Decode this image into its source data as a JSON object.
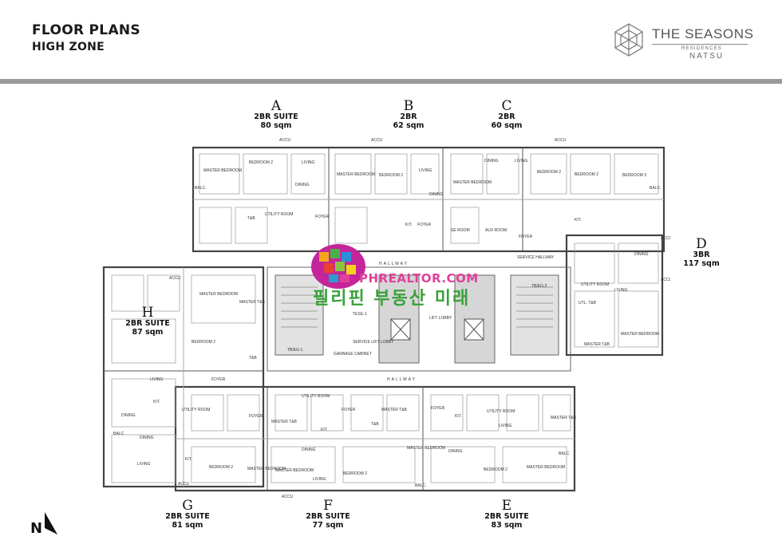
{
  "header": {
    "title": "FLOOR PLANS",
    "subtitle": "HIGH ZONE"
  },
  "brand": {
    "name": "THE SEASONS",
    "sub": "RESIDENCES",
    "sub2": "NATSU"
  },
  "units": [
    {
      "id": "A",
      "type": "2BR SUITE",
      "area": "80 sqm"
    },
    {
      "id": "B",
      "type": "2BR",
      "area": "62 sqm"
    },
    {
      "id": "C",
      "type": "2BR",
      "area": "60 sqm"
    },
    {
      "id": "D",
      "type": "3BR",
      "area": "117 sqm"
    },
    {
      "id": "H",
      "type": "2BR SUITE",
      "area": "87 sqm"
    },
    {
      "id": "G",
      "type": "2BR SUITE",
      "area": "81 sqm"
    },
    {
      "id": "F",
      "type": "2BR SUITE",
      "area": "77 sqm"
    },
    {
      "id": "E",
      "type": "2BR SUITE",
      "area": "83 sqm"
    }
  ],
  "rooms": {
    "master_bedroom": "MASTER BEDROOM",
    "bedroom2": "BEDROOM 2",
    "bedroom3": "BEDROOM 3",
    "living": "LIVING",
    "dining": "DINING",
    "kit": "KIT.",
    "tb": "T&B",
    "master_tb": "MASTER T&B",
    "utility_room": "UTILITY ROOM",
    "foyer": "FOYER",
    "balc": "BALC.",
    "accu": "ACCU",
    "hallway": "HALLWAY",
    "service_hallway": "SERVICE HALLWAY",
    "lift_lobby": "LIFT LOBBY",
    "service_lift_lobby": "SERVICE LIFT LOBBY",
    "garbage_cabinet": "GARBAGE CABINET",
    "tbress1": "TB/EG-1",
    "tbress2": "TB/EG-2",
    "tese": "TESE-1",
    "se_room": "SE ROOM",
    "aux_room": "AUX ROOM",
    "utl": "UTL. T&B"
  },
  "north": "N",
  "watermark": {
    "site": "PHREALTOR.COM",
    "korean": "필리핀 부동산 미래"
  }
}
